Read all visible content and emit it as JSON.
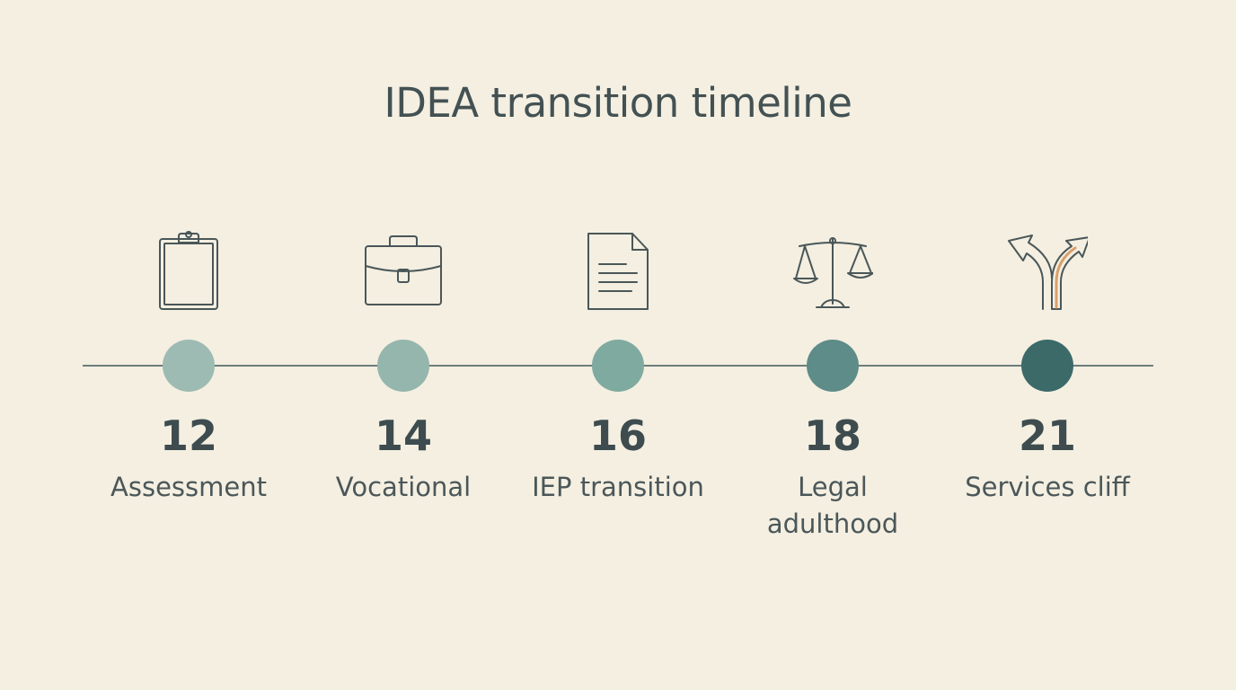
{
  "title": "IDEA transition timeline",
  "colors": {
    "background": "#f4efe1",
    "line": "#54696a",
    "accent_orange": "#d9a06b",
    "icon_stroke": "#4a5759"
  },
  "milestones": [
    {
      "age": "12",
      "label": "Assessment",
      "icon": "clipboard-icon",
      "dot_color": "#9dbbb3"
    },
    {
      "age": "14",
      "label": "Vocational",
      "icon": "briefcase-icon",
      "dot_color": "#95b6ad"
    },
    {
      "age": "16",
      "label": "IEP transition",
      "icon": "document-icon",
      "dot_color": "#7faa9f"
    },
    {
      "age": "18",
      "label": "Legal adulthood",
      "icon": "scales-icon",
      "dot_color": "#5e8c88"
    },
    {
      "age": "21",
      "label": "Services cliff",
      "icon": "diverging-arrows-icon",
      "dot_color": "#3c6a69"
    }
  ]
}
